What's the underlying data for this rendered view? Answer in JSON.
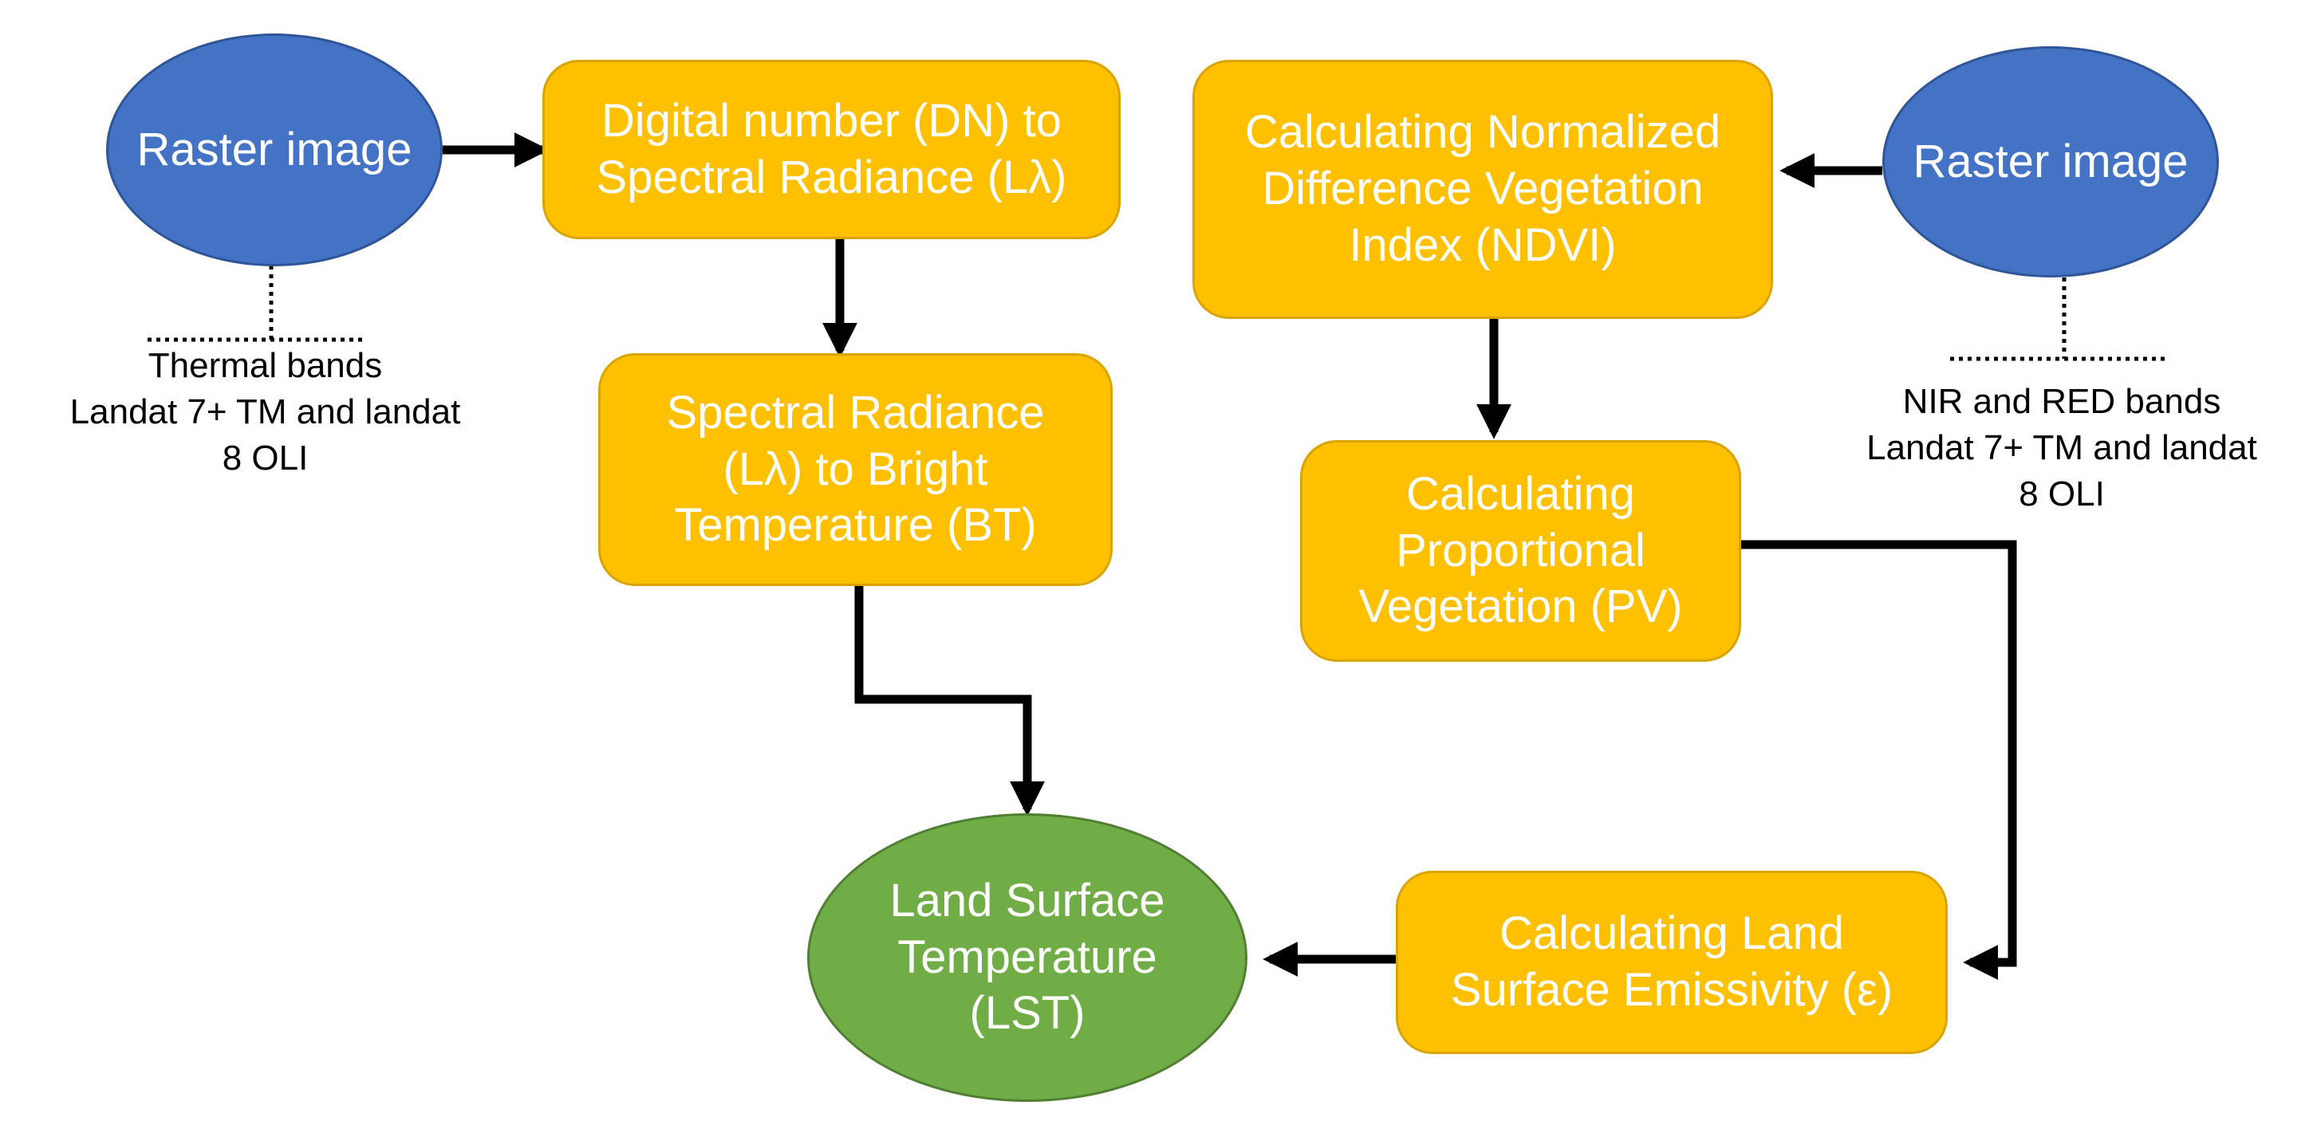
{
  "nodes": {
    "raster_left": "Raster image",
    "dn_to_radiance": "Digital number (DN) to\nSpectral Radiance (Lλ)",
    "radiance_to_bt": "Spectral Radiance\n(Lλ) to Bright\nTemperature (BT)",
    "ndvi": "Calculating Normalized\nDifference Vegetation\nIndex (NDVI)",
    "raster_right": "Raster image",
    "pv": "Calculating\nProportional\nVegetation (PV)",
    "emissivity": "Calculating Land\nSurface Emissivity (ε)",
    "lst": "Land Surface\nTemperature\n(LST)"
  },
  "notes": {
    "thermal": "Thermal bands\nLandat 7+ TM and landat\n8 OLI",
    "nir_red": "NIR and RED bands\nLandat 7+ TM and landat\n8 OLI"
  },
  "colors": {
    "process_box": "#FFC000",
    "input_ellipse": "#4472C4",
    "output_ellipse": "#70AD47",
    "arrow": "#000000"
  }
}
